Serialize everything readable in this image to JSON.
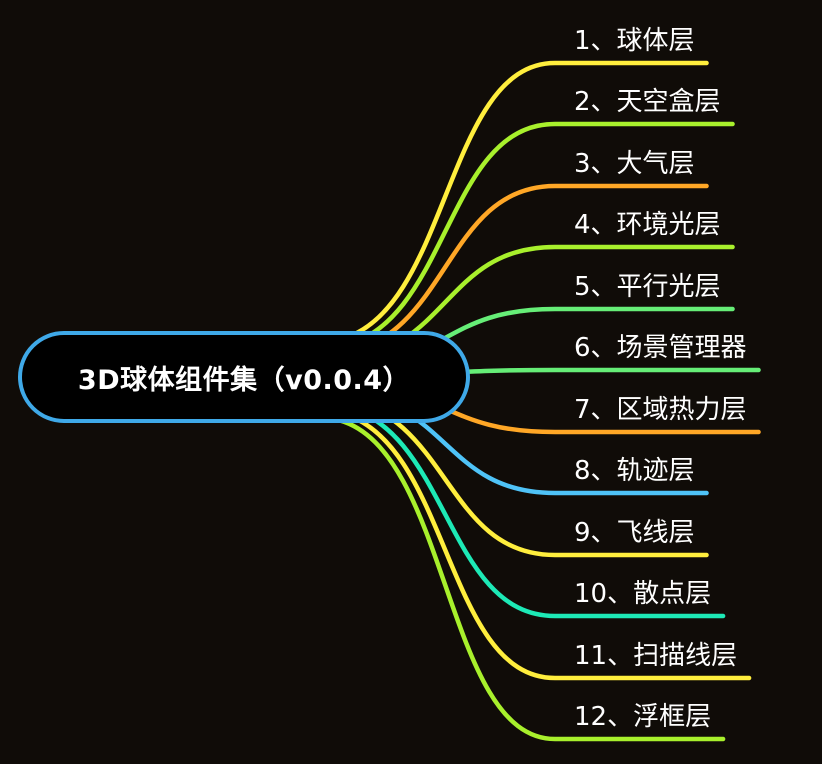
{
  "root": {
    "label": "3D球体组件集（v0.0.4）",
    "border_color": "#3fa9e8"
  },
  "topics": [
    {
      "label": "1、球体层",
      "color": "#ffee3d"
    },
    {
      "label": "2、天空盒层",
      "color": "#a8f02c"
    },
    {
      "label": "3、大气层",
      "color": "#ffa726"
    },
    {
      "label": "4、环境光层",
      "color": "#a8f02c"
    },
    {
      "label": "5、平行光层",
      "color": "#66ee77"
    },
    {
      "label": "6、场景管理器",
      "color": "#66ee77"
    },
    {
      "label": "7、区域热力层",
      "color": "#ffa726"
    },
    {
      "label": "8、轨迹层",
      "color": "#4fc3f7"
    },
    {
      "label": "9、飞线层",
      "color": "#ffee3d"
    },
    {
      "label": "10、散点层",
      "color": "#1de9b6"
    },
    {
      "label": "11、扫描线层",
      "color": "#ffee3d"
    },
    {
      "label": "12、浮框层",
      "color": "#a8f02c"
    }
  ]
}
